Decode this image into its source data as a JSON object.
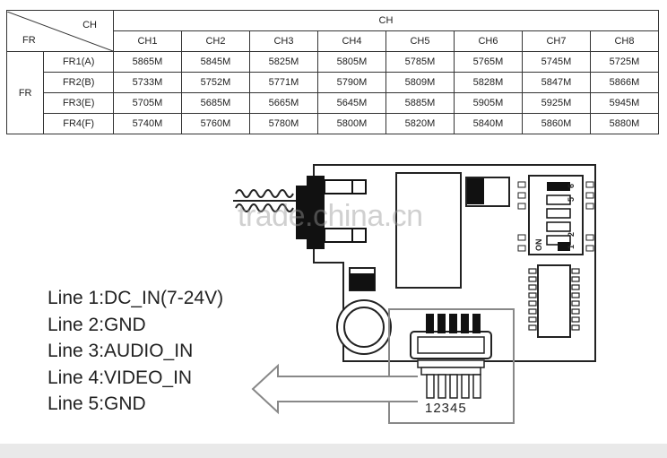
{
  "table": {
    "corner_ch": "CH",
    "corner_fr": "FR",
    "group_header": "CH",
    "group_label": "FR",
    "channels": [
      "CH1",
      "CH2",
      "CH3",
      "CH4",
      "CH5",
      "CH6",
      "CH7",
      "CH8"
    ],
    "rows": [
      {
        "label": "FR1(A)",
        "values": [
          "5865M",
          "5845M",
          "5825M",
          "5805M",
          "5785M",
          "5765M",
          "5745M",
          "5725M"
        ]
      },
      {
        "label": "FR2(B)",
        "values": [
          "5733M",
          "5752M",
          "5771M",
          "5790M",
          "5809M",
          "5828M",
          "5847M",
          "5866M"
        ]
      },
      {
        "label": "FR3(E)",
        "values": [
          "5705M",
          "5685M",
          "5665M",
          "5645M",
          "5885M",
          "5905M",
          "5925M",
          "5945M"
        ]
      },
      {
        "label": "FR4(F)",
        "values": [
          "5740M",
          "5760M",
          "5780M",
          "5800M",
          "5820M",
          "5840M",
          "5860M",
          "5880M"
        ]
      }
    ]
  },
  "lines": [
    "Line 1:DC_IN(7-24V)",
    "Line 2:GND",
    "Line 3:AUDIO_IN",
    "Line 4:VIDEO_IN",
    "Line 5:GND"
  ],
  "connector_pins": "12345",
  "dip_labels": {
    "on": "ON",
    "pos_6": "6",
    "pos_5": "5",
    "pos_2": "2",
    "pos_1": "1"
  },
  "watermark": "trade.china.cn"
}
